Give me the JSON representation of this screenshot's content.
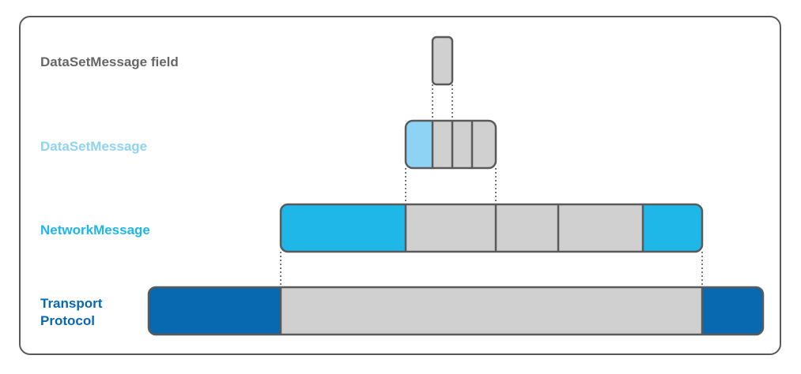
{
  "labels": {
    "dataset_message_field": "DataSetMessage field",
    "dataset_message": "DataSetMessage",
    "network_message": "NetworkMessage",
    "transport_protocol_line1": "Transport",
    "transport_protocol_line2": "Protocol"
  },
  "colors": {
    "field_label": "#666666",
    "dataset_message": "#8fd3f4",
    "network_message": "#1fb6e8",
    "transport_protocol": "#0868b0",
    "payload_gray": "#d0d0d0",
    "outline": "#5a5a5a"
  }
}
